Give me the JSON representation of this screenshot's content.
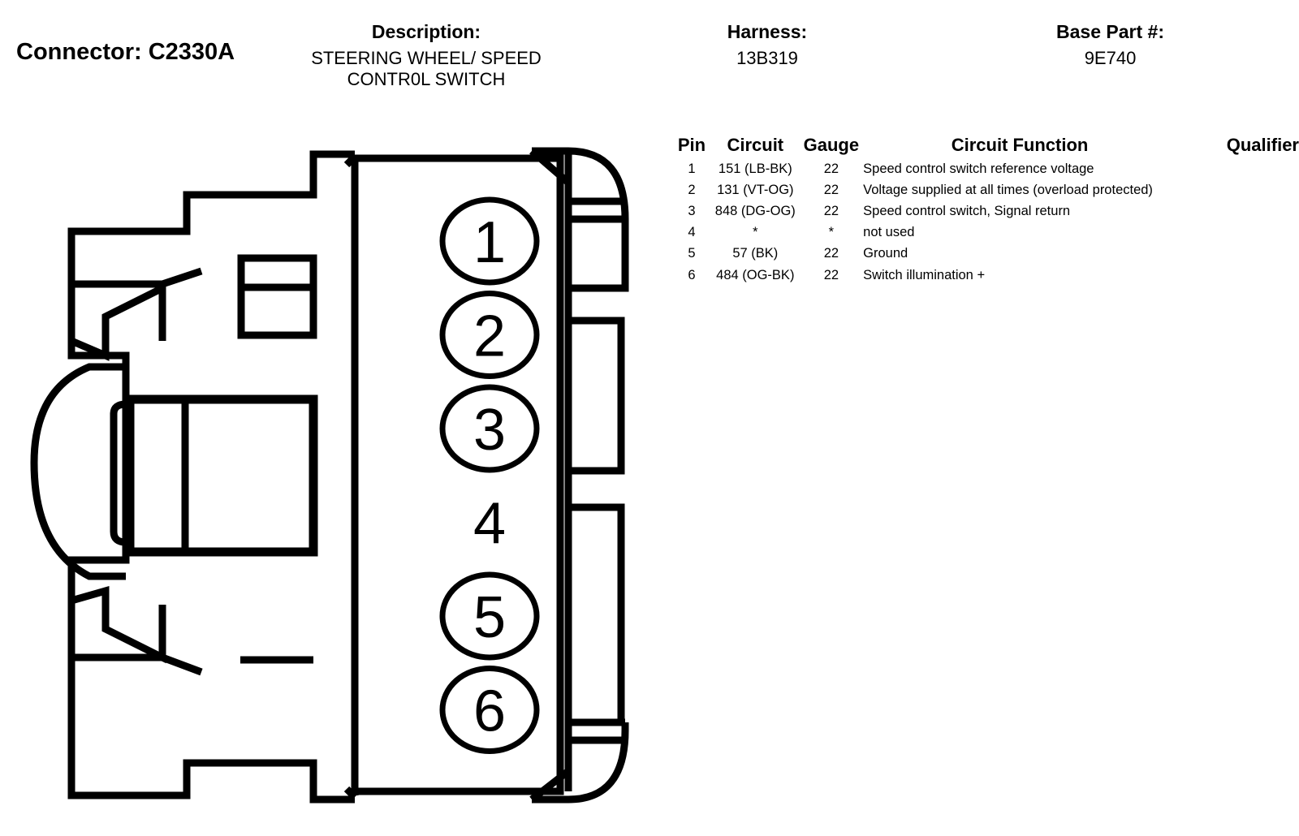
{
  "header": {
    "connector": "Connector: C2330A",
    "description_label": "Description:",
    "description_lines": [
      "STEERING WHEEL/ SPEED",
      "CONTR0L SWITCH"
    ],
    "harness_label": "Harness:",
    "harness_value": "13B319",
    "base_part_label": "Base Part #:",
    "base_part_value": "9E740"
  },
  "table": {
    "columns": [
      "Pin",
      "Circuit",
      "Gauge",
      "Circuit Function",
      "Qualifier"
    ],
    "rows": [
      {
        "pin": "1",
        "circuit": "151 (LB-BK)",
        "gauge": "22",
        "function": "Speed control switch reference voltage",
        "qualifier": ""
      },
      {
        "pin": "2",
        "circuit": "131 (VT-OG)",
        "gauge": "22",
        "function": "Voltage supplied at all times (overload protected)",
        "qualifier": ""
      },
      {
        "pin": "3",
        "circuit": "848 (DG-OG)",
        "gauge": "22",
        "function": "Speed control switch, Signal return",
        "qualifier": ""
      },
      {
        "pin": "4",
        "circuit": "*",
        "gauge": "*",
        "function": "not used",
        "qualifier": ""
      },
      {
        "pin": "5",
        "circuit": "57 (BK)",
        "gauge": "22",
        "function": "Ground",
        "qualifier": ""
      },
      {
        "pin": "6",
        "circuit": "484 (OG-BK)",
        "gauge": "22",
        "function": "Switch illumination +",
        "qualifier": ""
      }
    ]
  },
  "connector_pins": [
    {
      "label": "1",
      "circled": true
    },
    {
      "label": "2",
      "circled": true
    },
    {
      "label": "3",
      "circled": true
    },
    {
      "label": "4",
      "circled": false
    },
    {
      "label": "5",
      "circled": true
    },
    {
      "label": "6",
      "circled": true
    }
  ]
}
